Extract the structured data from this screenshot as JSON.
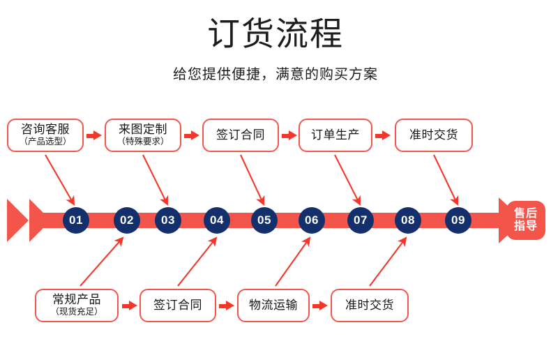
{
  "header": {
    "title": "订货流程",
    "subtitle": "给您提供便捷，满意的购买方案"
  },
  "colors": {
    "red": "#f4554b",
    "red_arrow": "#f4372b",
    "navy": "#13306c",
    "text": "#141414",
    "background": "#ffffff"
  },
  "top_row": {
    "boxes": [
      {
        "line1": "咨询客服",
        "line2": "（产品选型）",
        "target_step": "01"
      },
      {
        "line1": "来图定制",
        "line2": "（特殊要求）",
        "target_step": "03"
      },
      {
        "line1": "签订合同",
        "line2": "",
        "target_step": "05"
      },
      {
        "line1": "订单生产",
        "line2": "",
        "target_step": "07"
      },
      {
        "line1": "准时交货",
        "line2": "",
        "target_step": "09"
      }
    ]
  },
  "bottom_row": {
    "boxes": [
      {
        "line1": "常规产品",
        "line2": "（现货充足）",
        "target_step": "02"
      },
      {
        "line1": "签订合同",
        "line2": "",
        "target_step": "04"
      },
      {
        "line1": "物流运输",
        "line2": "",
        "target_step": "06"
      },
      {
        "line1": "准时交货",
        "line2": "",
        "target_step": "08"
      }
    ]
  },
  "timeline": {
    "steps": [
      "01",
      "02",
      "03",
      "04",
      "05",
      "06",
      "07",
      "08",
      "09"
    ],
    "end_badge": {
      "line1": "售后",
      "line2": "指导"
    }
  }
}
